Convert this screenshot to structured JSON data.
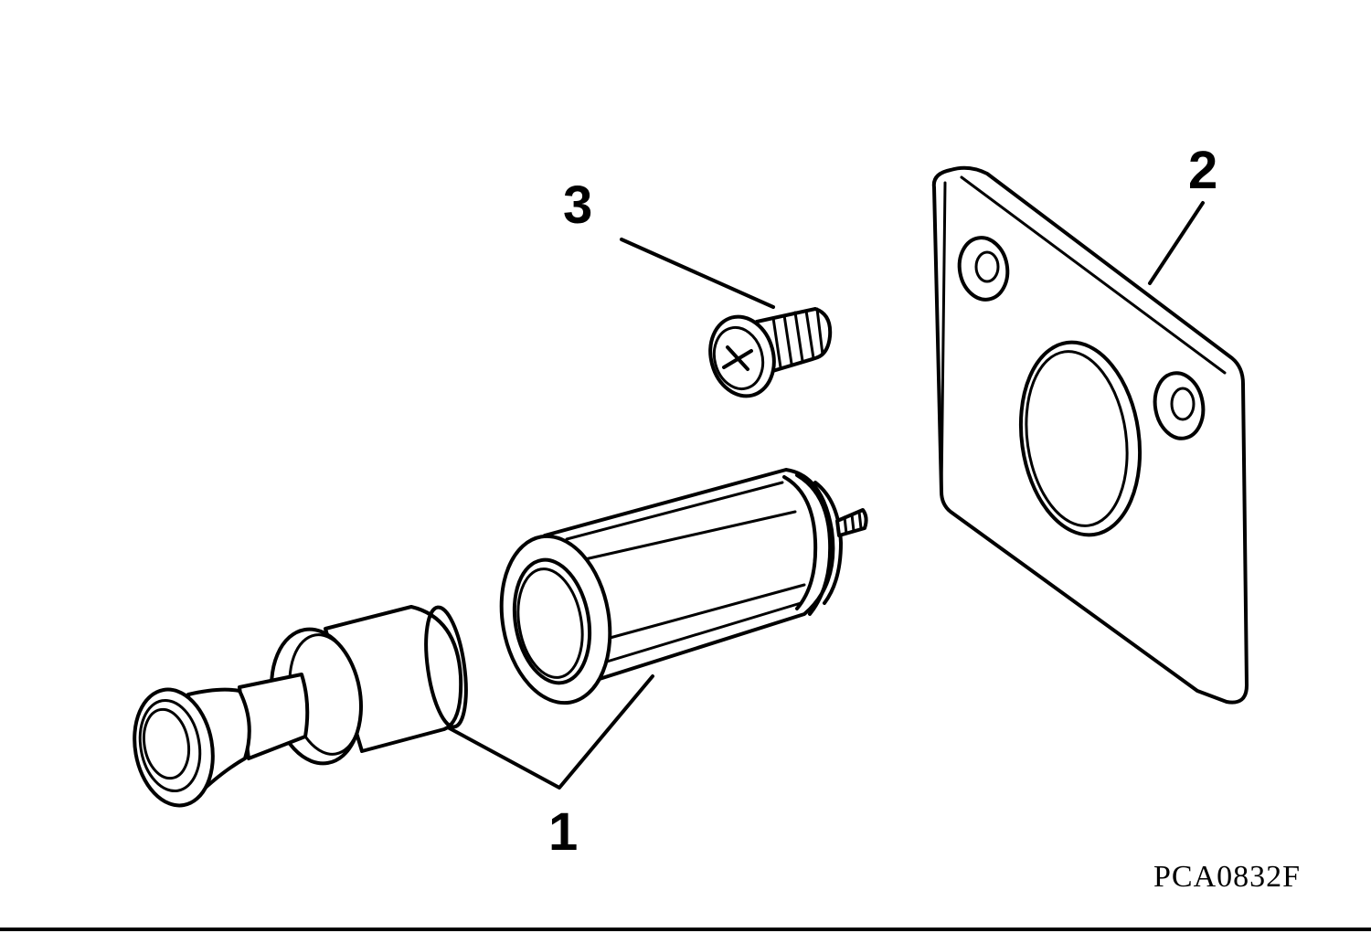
{
  "callouts": {
    "part_1": "1",
    "part_2": "2",
    "part_3": "3"
  },
  "figure_ref": "PCA0832F",
  "colors": {
    "ink": "#000000",
    "paper": "#ffffff"
  }
}
